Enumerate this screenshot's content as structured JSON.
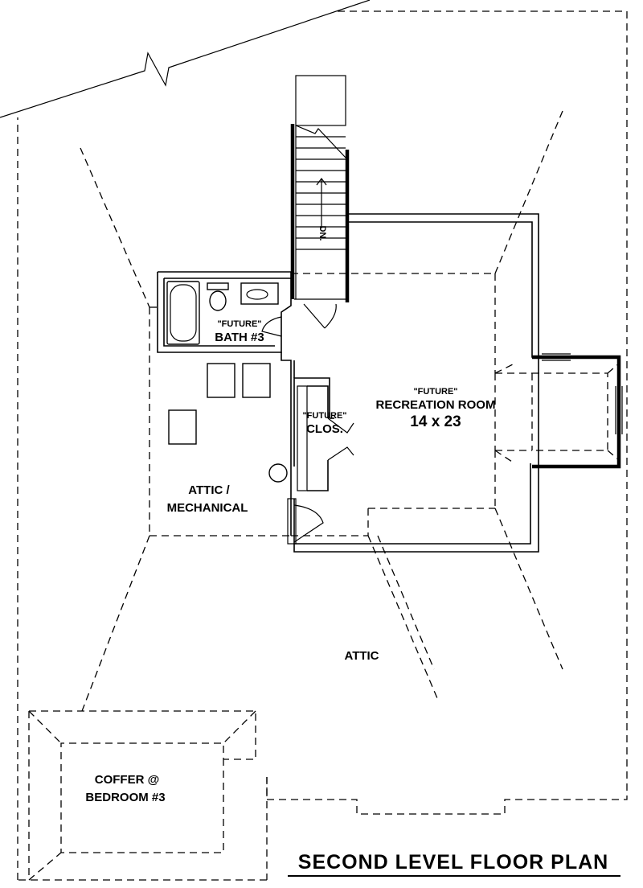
{
  "plan": {
    "title": "SECOND LEVEL FLOOR PLAN",
    "rooms": {
      "recreation": {
        "tag": "\"FUTURE\"",
        "name": "RECREATION ROOM",
        "size": "14 x 23"
      },
      "bath": {
        "tag": "\"FUTURE\"",
        "name": "BATH #3"
      },
      "closet": {
        "tag": "\"FUTURE\"",
        "name": "CLOS."
      },
      "attic_mech": {
        "line1": "ATTIC /",
        "line2": "MECHANICAL"
      },
      "attic": {
        "name": "ATTIC"
      },
      "coffer": {
        "line1": "COFFER @",
        "line2": "BEDROOM #3"
      }
    },
    "stair_label": "DN."
  }
}
